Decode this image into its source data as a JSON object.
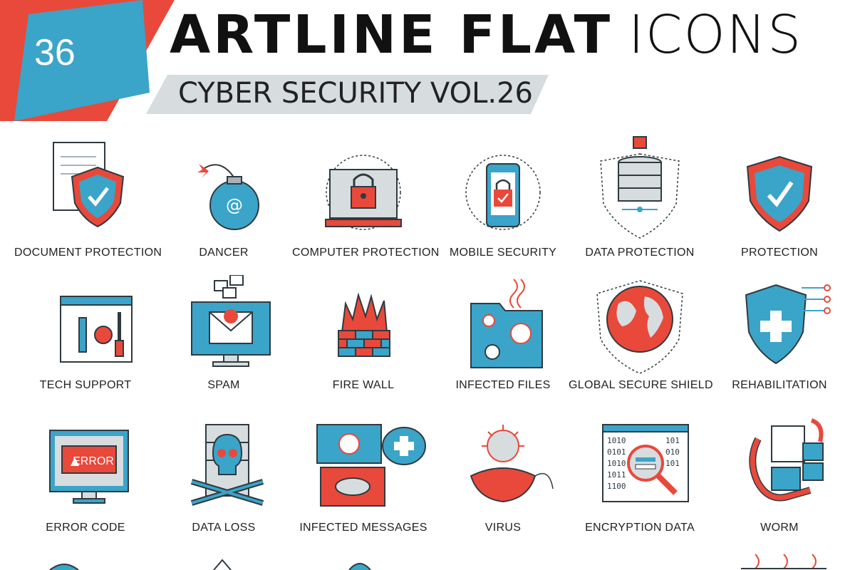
{
  "header": {
    "badge_number": "36",
    "title_bold": "ARTLINE FLAT",
    "title_light": "ICONS",
    "subtitle": "CYBER SECURITY VOL.26"
  },
  "colors": {
    "accent_red": "#e8493b",
    "accent_blue": "#3ba4c9",
    "line": "#2f3a40",
    "light_gray": "#d7dcdf"
  },
  "icons": [
    {
      "label": "DOCUMENT PROTECTION",
      "icon": "shield-check-document-icon"
    },
    {
      "label": "DANCER",
      "icon": "bomb-email-icon"
    },
    {
      "label": "COMPUTER PROTECTION",
      "icon": "laptop-lock-icon"
    },
    {
      "label": "MOBILE SECURITY",
      "icon": "phone-lock-icon"
    },
    {
      "label": "DATA PROTECTION",
      "icon": "database-shield-icon"
    },
    {
      "label": "PROTECTION",
      "icon": "shield-check-icon"
    },
    {
      "label": "TECH SUPPORT",
      "icon": "tools-window-icon"
    },
    {
      "label": "SPAM",
      "icon": "monitor-mail-icon"
    },
    {
      "label": "FIRE WALL",
      "icon": "firewall-icon"
    },
    {
      "label": "INFECTED FILES",
      "icon": "infected-folder-icon"
    },
    {
      "label": "GLOBAL SECURE SHIELD",
      "icon": "globe-shield-icon"
    },
    {
      "label": "REHABILITATION",
      "icon": "shield-plus-icon"
    },
    {
      "label": "ERROR CODE",
      "icon": "monitor-error-icon"
    },
    {
      "label": "DATA LOSS",
      "icon": "skull-database-icon"
    },
    {
      "label": "INFECTED MESSAGES",
      "icon": "virus-messages-icon"
    },
    {
      "label": "VIRUS",
      "icon": "virus-icon"
    },
    {
      "label": "ENCRYPTION DATA",
      "icon": "binary-magnifier-icon"
    },
    {
      "label": "WORM",
      "icon": "worm-files-icon"
    }
  ],
  "error_text": "ERROR"
}
